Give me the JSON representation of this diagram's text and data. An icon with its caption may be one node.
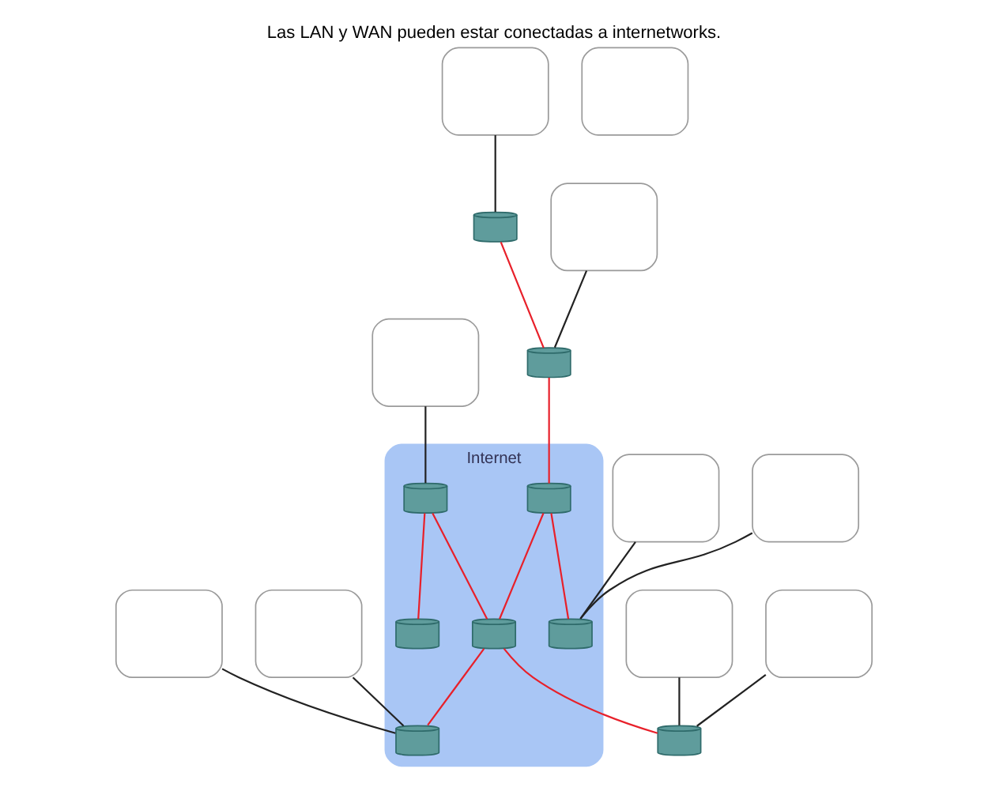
{
  "diagram": {
    "title": "Las LAN y WAN pueden estar conectadas a internetworks.",
    "nodes": [
      {
        "text": [
          "Internet"
        ]
      },
      {
        "text": [],
        "shape": "box"
      },
      {
        "text": [],
        "shape": "box"
      },
      {
        "text": [],
        "shape": "box"
      },
      {
        "text": [],
        "shape": "box"
      },
      {
        "text": [],
        "shape": "cylinder"
      },
      {
        "text": [],
        "shape": "cylinder",
        "in": 0
      },
      {
        "text": [],
        "shape": "cylinder",
        "in": 0
      },
      {
        "text": [],
        "shape": "cylinder"
      },
      {
        "text": [],
        "shape": "box"
      },
      {
        "text": [],
        "shape": "cylinder"
      },
      {
        "text": [],
        "shape": "cylinder",
        "in": 0
      },
      {
        "text": [],
        "shape": "cylinder",
        "in": 0
      },
      {
        "text": [],
        "shape": "box"
      },
      {
        "text": [],
        "shape": "box"
      },
      {
        "text": [],
        "shape": "cylinder",
        "in": 0
      },
      {
        "text": [],
        "shape": "cylinder",
        "in": 0
      },
      {
        "text": [],
        "shape": "box"
      },
      {
        "text": [],
        "shape": "box"
      },
      {
        "text": [],
        "shape": "box"
      }
    ],
    "edges": [
      {
        "from": 1,
        "to": 5,
        "arrow": "none"
      },
      {
        "from": 2,
        "to": 6,
        "arrow": "none"
      },
      {
        "from": 4,
        "to": 8,
        "arrow": "none"
      },
      {
        "from": 13,
        "to": 8,
        "arrow": "none"
      },
      {
        "from": 9,
        "to": 10,
        "arrow": "none"
      },
      {
        "from": 14,
        "to": 15,
        "arrow": "none"
      },
      {
        "from": 17,
        "to": 15,
        "arrow": "none"
      },
      {
        "from": 18,
        "to": 16,
        "arrow": "none"
      },
      {
        "from": 19,
        "to": 16,
        "arrow": "none"
      },
      {
        "from": 5,
        "to": 10,
        "arrow": "none",
        "color": "#e8202a"
      },
      {
        "from": 10,
        "to": 11,
        "arrow": "none",
        "color": "#e8202a"
      },
      {
        "from": 6,
        "to": 7,
        "arrow": "none",
        "color": "#e8202a"
      },
      {
        "from": 6,
        "to": 12,
        "arrow": "none",
        "color": "#e8202a"
      },
      {
        "from": 11,
        "to": 12,
        "arrow": "none",
        "color": "#e8202a"
      },
      {
        "from": 12,
        "to": 8,
        "arrow": "none",
        "color": "#e8202a"
      },
      {
        "from": 11,
        "to": 15,
        "arrow": "none",
        "color": "#e8202a"
      },
      {
        "from": 12,
        "to": 16,
        "arrow": "none",
        "color": "#e8202a"
      }
    ]
  }
}
